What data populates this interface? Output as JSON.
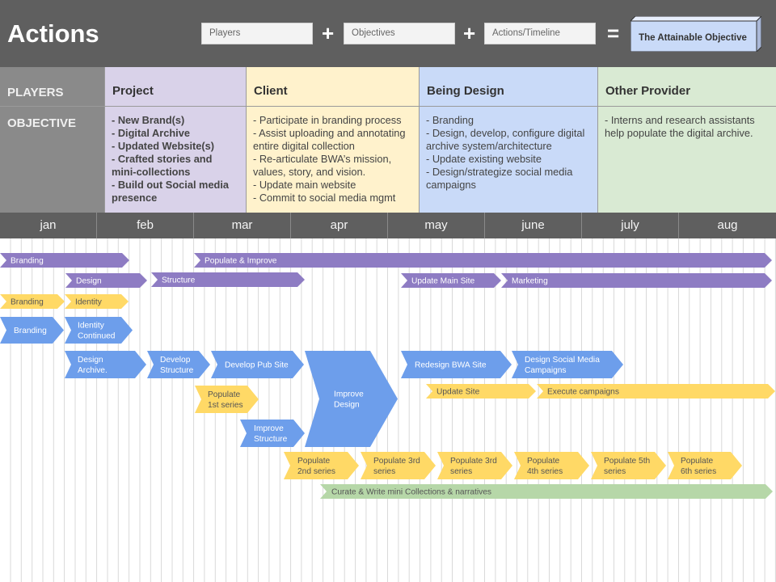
{
  "header": {
    "title": "Actions",
    "field_players": "Players",
    "field_objectives": "Objectives",
    "field_actions": "Actions/Timeline",
    "plus": "+",
    "equals": "=",
    "goal": "The Attainable Objective"
  },
  "table": {
    "row1_label": "PLAYERS",
    "row2_label": "OBJECTIVE",
    "columns": [
      {
        "name": "Project",
        "objective": "- New Brand(s)\n- Digital Archive\n- Updated Website(s)\n- Crafted stories and mini-collections\n- Build out Social media presence",
        "color": "#d9d2e9"
      },
      {
        "name": "Client",
        "objective": "- Participate in branding process\n- Assist uploading and annotating entire digital collection\n- Re-articulate BWA’s mission, values, story, and vision.\n- Update main website\n- Commit to social media mgmt",
        "color": "#fff2cc"
      },
      {
        "name": "Being Design",
        "objective": "- Branding\n- Design, develop, configure digital archive system/architecture\n- Update existing website\n- Design/strategize social media campaigns",
        "color": "#c9daf8"
      },
      {
        "name": "Other Provider",
        "objective": "- Interns and research assistants help populate the digital archive.",
        "color": "#d9ead3"
      }
    ]
  },
  "months": [
    "jan",
    "feb",
    "mar",
    "apr",
    "may",
    "june",
    "july",
    "aug"
  ],
  "colors": {
    "purple": "#8e7cc3",
    "yellow": "#ffd966",
    "blue": "#6d9eeb",
    "green": "#b6d7a8"
  },
  "bars": [
    {
      "label": "Branding",
      "color": "purple"
    },
    {
      "label": "Populate & Improve",
      "color": "purple"
    },
    {
      "label": "Design",
      "color": "purple"
    },
    {
      "label": "Structure",
      "color": "purple"
    },
    {
      "label": "Update Main Site",
      "color": "purple"
    },
    {
      "label": "Marketing",
      "color": "purple"
    },
    {
      "label": "Branding",
      "color": "yellow"
    },
    {
      "label": "Identity",
      "color": "yellow"
    },
    {
      "label": "Branding",
      "color": "blue"
    },
    {
      "label": "Identity\nContinued",
      "color": "blue"
    },
    {
      "label": "Design\nArchive.",
      "color": "blue"
    },
    {
      "label": "Develop\nStructure",
      "color": "blue"
    },
    {
      "label": "Develop Pub Site",
      "color": "blue"
    },
    {
      "label": "Improve\nDesign",
      "color": "blue"
    },
    {
      "label": "Redesign BWA Site",
      "color": "blue"
    },
    {
      "label": "Design Social Media\nCampaigns",
      "color": "blue"
    },
    {
      "label": "Populate\n1st series",
      "color": "yellow"
    },
    {
      "label": "Update Site",
      "color": "yellow"
    },
    {
      "label": "Execute campaigns",
      "color": "yellow"
    },
    {
      "label": "Improve\nStructure",
      "color": "blue"
    },
    {
      "label": "Populate\n2nd series",
      "color": "yellow"
    },
    {
      "label": "Populate 3rd\nseries",
      "color": "yellow"
    },
    {
      "label": "Populate 3rd\nseries",
      "color": "yellow"
    },
    {
      "label": "Populate\n4th series",
      "color": "yellow"
    },
    {
      "label": "Populate 5th\nseries",
      "color": "yellow"
    },
    {
      "label": "Populate\n6th series",
      "color": "yellow"
    },
    {
      "label": "Curate & Write mini Collections & narratives",
      "color": "green"
    }
  ]
}
